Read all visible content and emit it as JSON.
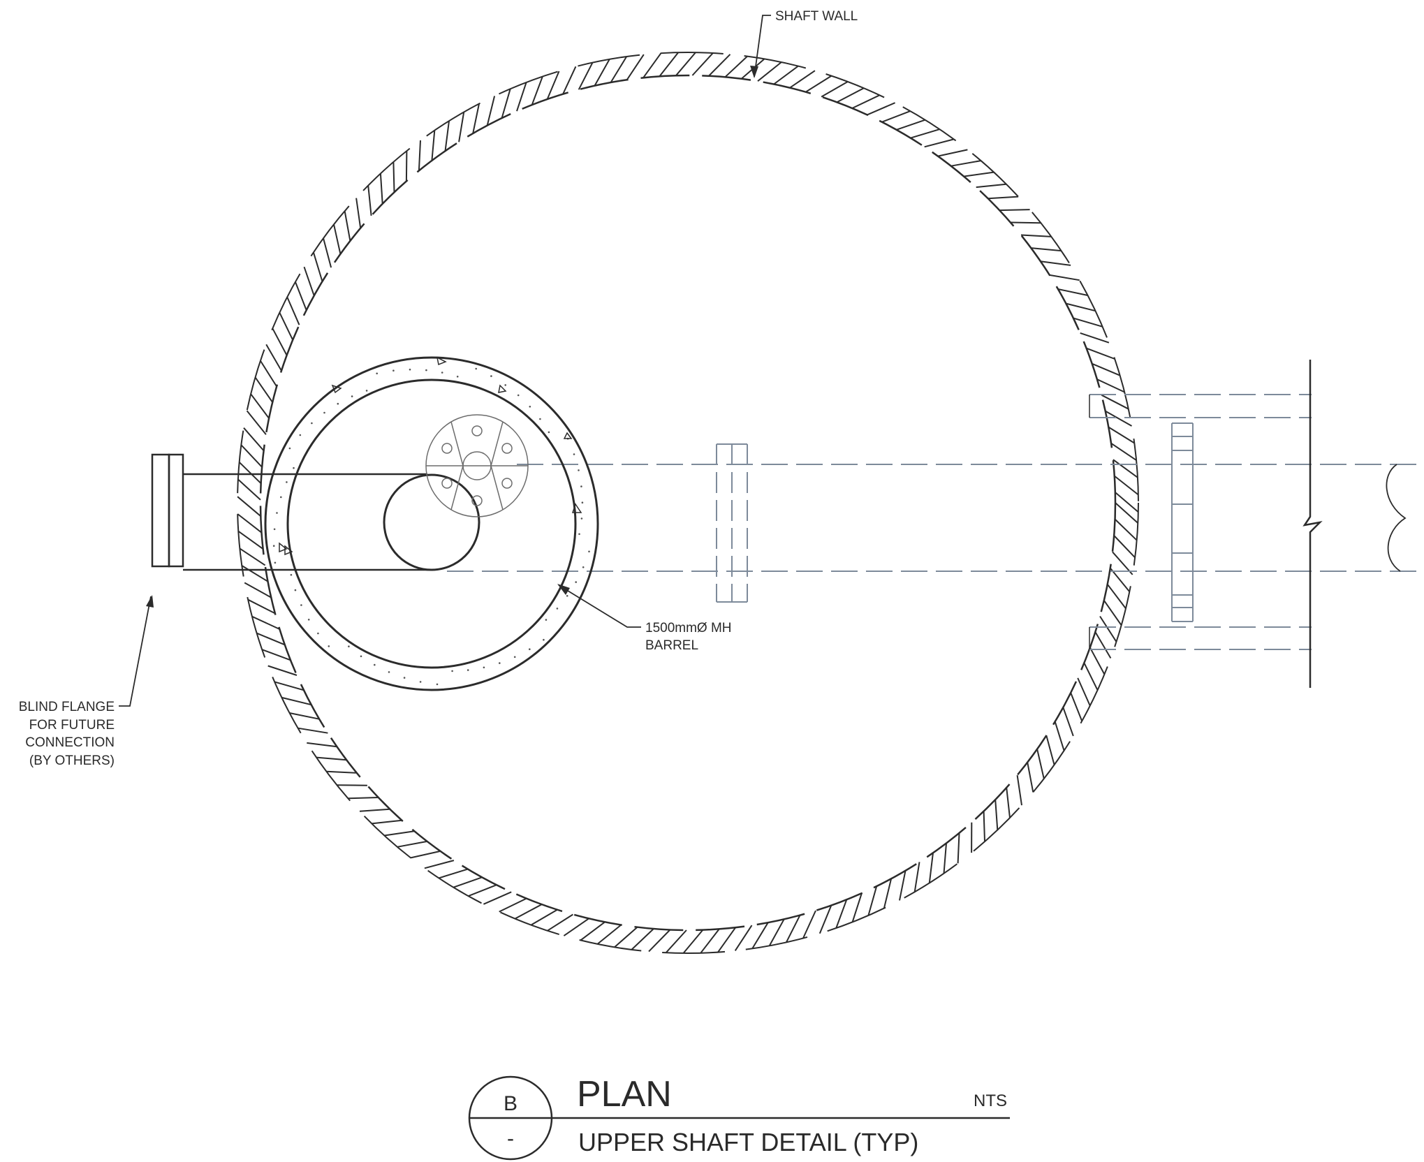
{
  "labels": {
    "shaft_wall": "SHAFT WALL",
    "mh_barrel_line1": "1500mmØ MH",
    "mh_barrel_line2": "BARREL",
    "blind_flange_line1": "BLIND FLANGE",
    "blind_flange_line2": "FOR FUTURE",
    "blind_flange_line3": "CONNECTION",
    "blind_flange_line4": "(BY OTHERS)"
  },
  "title_block": {
    "detail_letter": "B",
    "sheet_ref": "-",
    "title": "PLAN",
    "scale": "NTS",
    "subtitle": "UPPER SHAFT DETAIL (TYP)"
  }
}
